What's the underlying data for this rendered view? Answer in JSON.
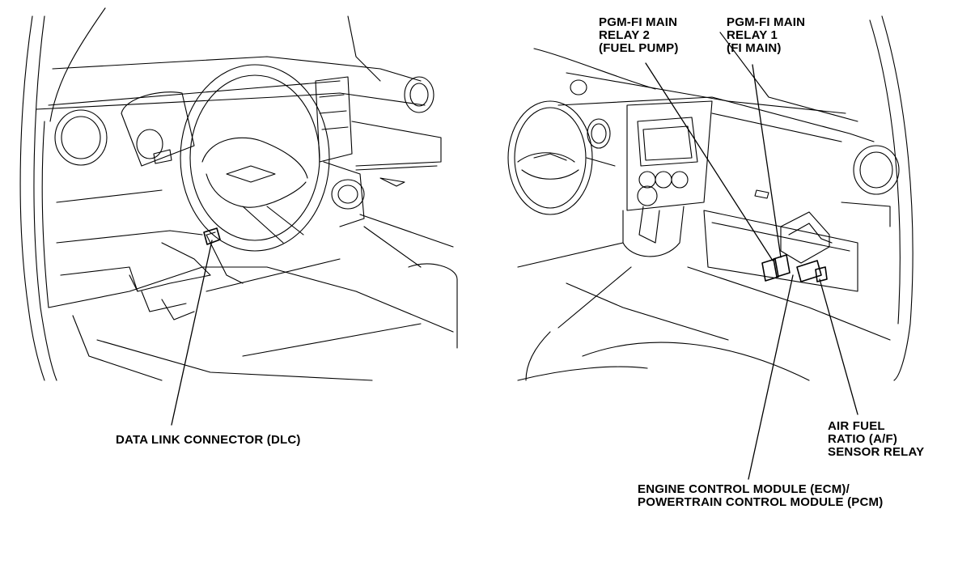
{
  "callouts": {
    "dlc": {
      "lines": [
        "DATA LINK CONNECTOR (DLC)"
      ]
    },
    "relay2": {
      "lines": [
        "PGM-FI MAIN",
        "RELAY 2",
        "(FUEL PUMP)"
      ]
    },
    "relay1": {
      "lines": [
        "PGM-FI MAIN",
        "RELAY 1",
        "(FI MAIN)"
      ]
    },
    "af_relay": {
      "lines": [
        "AIR FUEL",
        "RATIO (A/F)",
        "SENSOR RELAY"
      ]
    },
    "ecm": {
      "lines": [
        "ENGINE CONTROL MODULE (ECM)/",
        "POWERTRAIN CONTROL MODULE (PCM)"
      ]
    }
  }
}
